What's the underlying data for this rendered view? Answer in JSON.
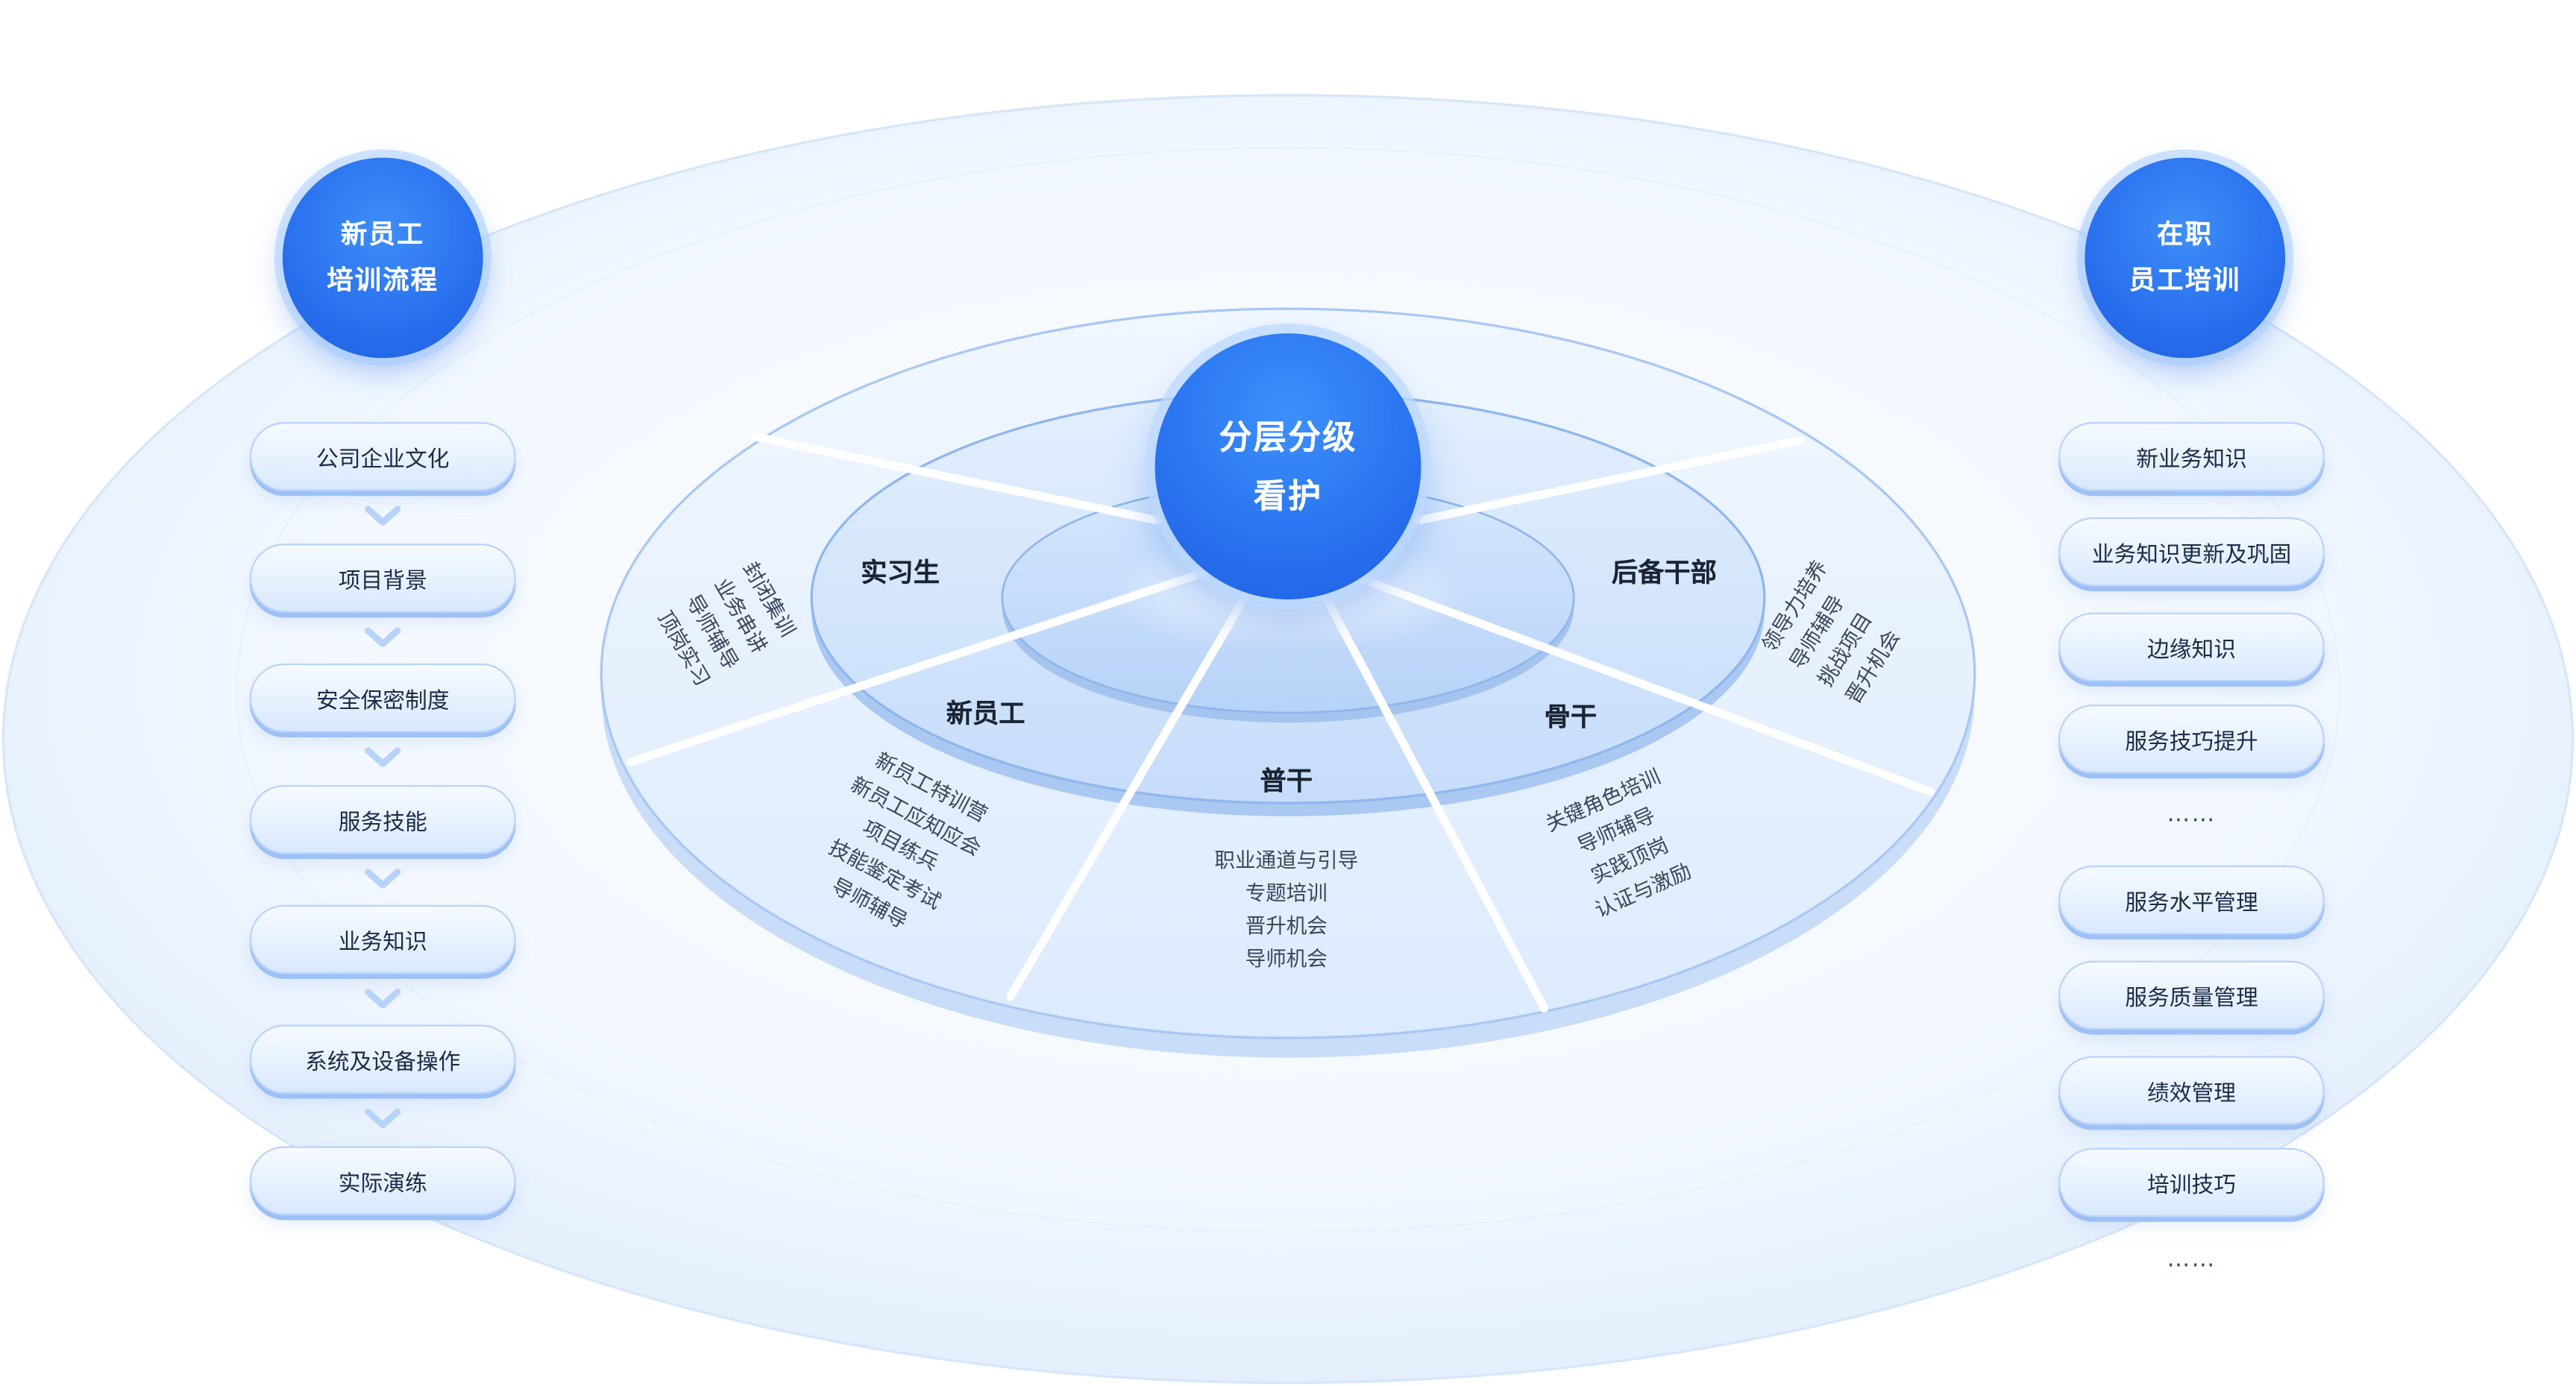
{
  "center": {
    "line1": "分层分级",
    "line2": "看护"
  },
  "left_header": {
    "line1": "新员工",
    "line2": "培训流程"
  },
  "right_header": {
    "line1": "在职",
    "line2": "员工培训"
  },
  "left_steps": [
    "公司企业文化",
    "项目背景",
    "安全保密制度",
    "服务技能",
    "业务知识",
    "系统及设备操作",
    "实际演练"
  ],
  "right_items_top": [
    "新业务知识",
    "业务知识更新及巩固",
    "边缘知识",
    "服务技巧提升"
  ],
  "right_items_bottom": [
    "服务水平管理",
    "服务质量管理",
    "绩效管理",
    "培训技巧"
  ],
  "ellipsis": "……",
  "segments": {
    "intern": {
      "label": "实习生",
      "items": [
        "封闭集训",
        "业务串讲",
        "导师辅导",
        "顶岗实习"
      ]
    },
    "new_employee": {
      "label": "新员工",
      "items": [
        "新员工特训营",
        "新员工应知应会",
        "项目练兵",
        "技能鉴定考试",
        "导师辅导"
      ]
    },
    "general": {
      "label": "普干",
      "items": [
        "职业通道与引导",
        "专题培训",
        "晋升机会",
        "导师机会"
      ]
    },
    "backbone": {
      "label": "骨干",
      "items": [
        "关键角色培训",
        "导师辅导",
        "实践顶岗",
        "认证与激励"
      ]
    },
    "reserve": {
      "label": "后备干部",
      "items": [
        "领导力培养",
        "导师辅导",
        "挑战项目",
        "晋升机会"
      ]
    }
  },
  "colors": {
    "primary_blue": "#2a74f0",
    "pill_border": "#b9d3fb",
    "ring_fill": "#dcebfc"
  }
}
